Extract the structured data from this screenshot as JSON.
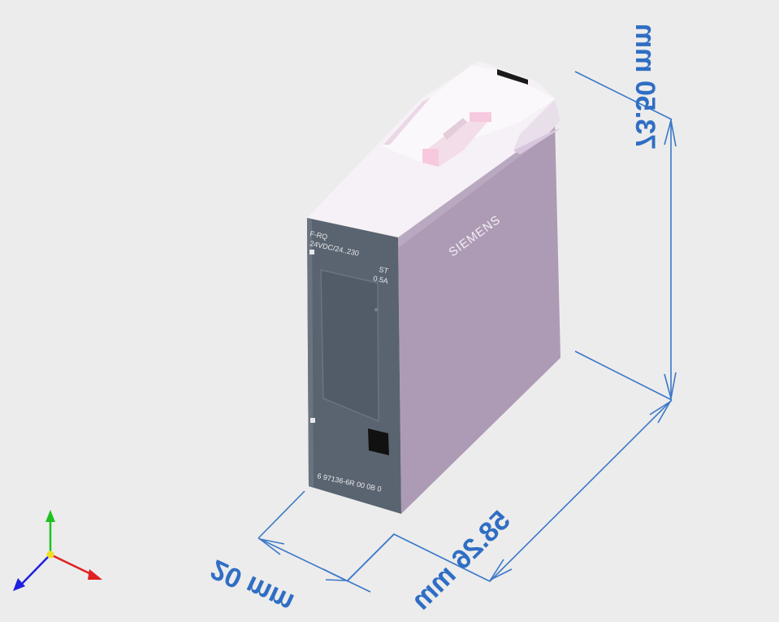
{
  "dimensions": {
    "height": "73.50 mm",
    "depth": "58.26 mm",
    "width": "20 mm"
  },
  "module": {
    "label_line1": "F-RQ",
    "label_line2": "24VDC/24..230",
    "label_st": "ST",
    "label_current": "0.5A",
    "order_number": "6 97136-6R 00 0B 0",
    "brand": "SIEMENS"
  },
  "colors": {
    "background": "#ececec",
    "module_side": "#ad9bb5",
    "module_top": "#f5f0f5",
    "front_panel": "#5a6470",
    "dimension": "#3a78c8",
    "axis_x": "#e02020",
    "axis_y": "#20c020",
    "axis_z": "#2020e0",
    "axis_origin": "#f0e020"
  }
}
